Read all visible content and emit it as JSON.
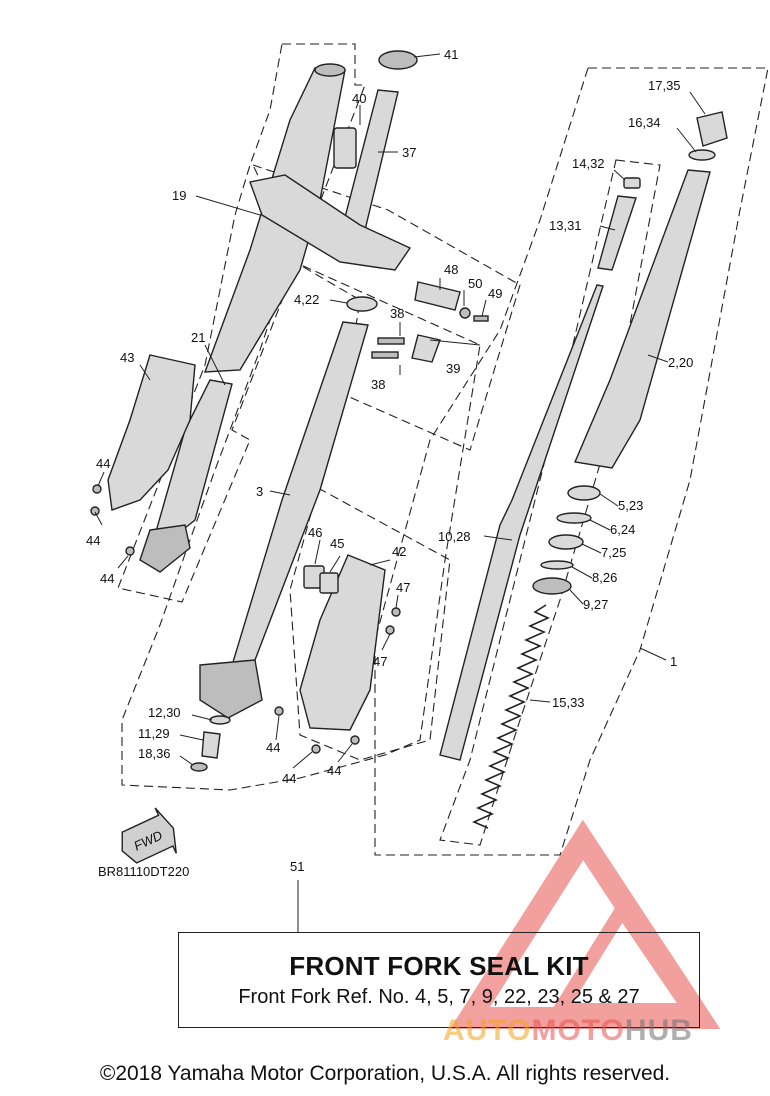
{
  "diagram": {
    "drawing_code": "BR81110DT220",
    "fwd_label": "FWD",
    "callouts": {
      "c41": "41",
      "c40": "40",
      "c37": "37",
      "c19": "19",
      "c21": "21",
      "c43": "43",
      "c44a": "44",
      "c44b": "44",
      "c44c": "44",
      "c44d": "44",
      "c44e": "44",
      "c44f": "44",
      "c4_22": "4,22",
      "c48": "48",
      "c50": "50",
      "c49": "49",
      "c38a": "38",
      "c38b": "38",
      "c39": "39",
      "c3": "3",
      "c46": "46",
      "c45": "45",
      "c42": "42",
      "c47a": "47",
      "c47b": "47",
      "c12_30": "12,30",
      "c11_29": "11,29",
      "c18_36": "18,36",
      "c17_35": "17,35",
      "c16_34": "16,34",
      "c14_32": "14,32",
      "c13_31": "13,31",
      "c2_20": "2,20",
      "c5_23": "5,23",
      "c6_24": "6,24",
      "c7_25": "7,25",
      "c8_26": "8,26",
      "c9_27": "9,27",
      "c10_28": "10,28",
      "c15_33": "15,33",
      "c1": "1",
      "c51": "51"
    }
  },
  "kit": {
    "title": "FRONT FORK SEAL KIT",
    "ref": "Front Fork Ref. No. 4, 5, 7, 9, 22, 23, 25 & 27"
  },
  "watermark": {
    "part1": "AUTO",
    "part2": "MOTO",
    "part3": "HUB"
  },
  "footer": {
    "copyright": "©2018 Yamaha Motor Corporation, U.S.A. All rights reserved."
  },
  "colors": {
    "watermark_red": "#e8534f",
    "watermark_orange": "#f4a31a",
    "watermark_gray": "#6e6e6e"
  }
}
